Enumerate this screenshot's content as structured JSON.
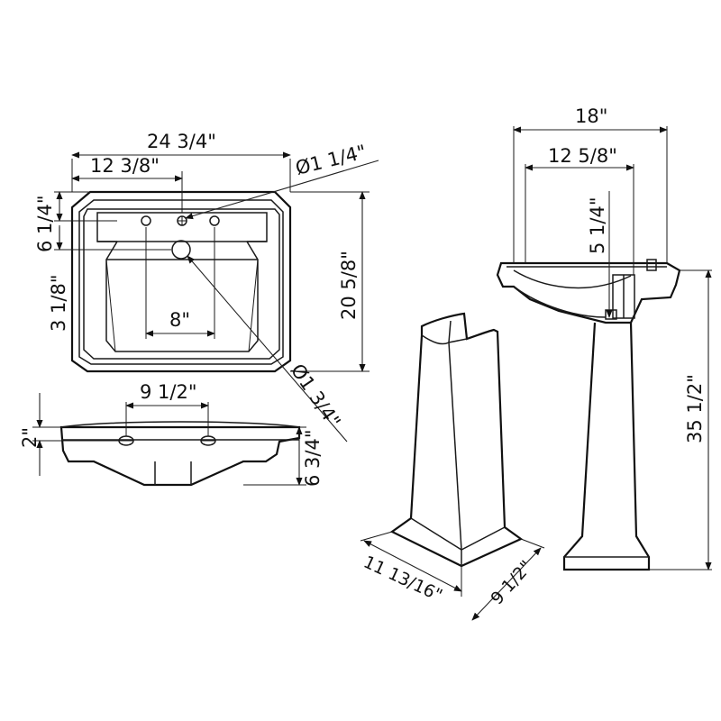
{
  "dimensions": {
    "top_width": "24  3/4\"",
    "top_half_width": "12  3/8\"",
    "faucet_hole_dia": "Ø1  1/4\"",
    "depth_total": "20  5/8\"",
    "front_to_faucet": "6 1/4\"",
    "faucet_to_drain": "3  1/8\"",
    "faucet_spread": "8\"",
    "drain_dia": "Ø1 3/4\"",
    "mount_hole_spread": "9  1/2\"",
    "mount_hole_height": "2\"",
    "basin_height": "6 3/4\"",
    "side_depth": "18\"",
    "side_to_drain": "12  5/8\"",
    "drain_drop": "5 1/4\"",
    "total_height": "35 1/2\"",
    "pedestal_depth": "11 13/16\"",
    "pedestal_width": "9 1/2\""
  }
}
